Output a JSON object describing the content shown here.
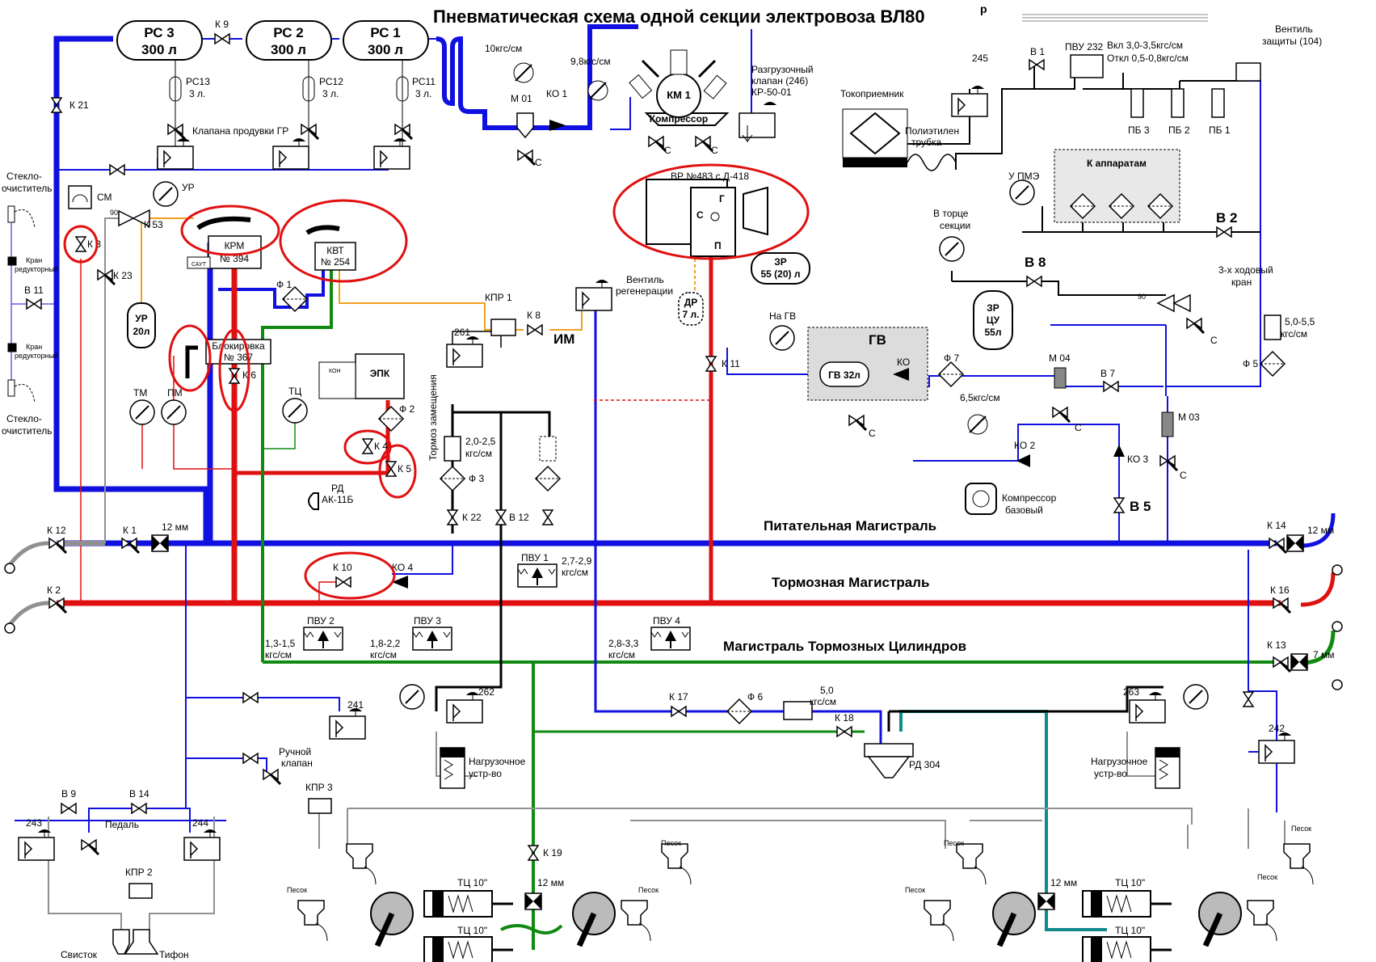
{
  "title": "Пневматическая схема одной секции электровоза ВЛ80",
  "title_sup": "р",
  "colors": {
    "feed": "#1010e0",
    "brake": "#e01010",
    "cylinders": "#108a10",
    "aux": "#909090",
    "orange": "#f0a020",
    "teal": "#108a8a",
    "highlight": "#e01010",
    "gv_box": "#dcdcdc"
  },
  "mains": {
    "feed": "Питательная Магистраль",
    "brake": "Тормозная Магистраль",
    "cylinders": "Магистраль Тормозных Цилиндров"
  },
  "reservoirs": {
    "rs3": {
      "name": "РС 3",
      "vol": "300 л"
    },
    "rs2": {
      "name": "РС 2",
      "vol": "300 л"
    },
    "rs1": {
      "name": "РС 1",
      "vol": "300 л"
    },
    "rs13": {
      "name": "РС13",
      "vol": "3 л."
    },
    "rs12": {
      "name": "РС12",
      "vol": "3 л."
    },
    "rs11": {
      "name": "РС11",
      "vol": "3 л."
    },
    "ur": {
      "name": "УР",
      "vol": "20л"
    },
    "zr": {
      "name": "ЗР",
      "vol": "55 (20) л"
    },
    "dr": {
      "name": "ДР",
      "vol": "7 л."
    },
    "zrcu": {
      "name": "ЗР",
      "name2": "ЦУ",
      "vol": "55л"
    }
  },
  "labels": {
    "k9": "К 9",
    "k21": "К 21",
    "k3": "К 3",
    "k53": "К 53",
    "k23": "К 23",
    "k6": "К 6",
    "k4": "К 4",
    "k5": "К 5",
    "k8": "К 8",
    "k11": "К 11",
    "k12": "К 12",
    "k1": "К 1",
    "k2": "К 2",
    "k10": "К 10",
    "k22": "К 22",
    "k14": "К 14",
    "k16": "К 16",
    "k13": "К 13",
    "k17": "К 17",
    "k18": "К 18",
    "k19": "К 19",
    "ko1": "КО 1",
    "ko2": "КО 2",
    "ko3": "КО 3",
    "ko4": "КО 4",
    "ko": "КО",
    "v1": "В 1",
    "v2": "В 2",
    "v5": "В 5",
    "v7": "В 7",
    "v8": "В 8",
    "v9": "В 9",
    "v11": "В 11",
    "v12": "В 12",
    "v14": "В 14",
    "m01": "М 01",
    "m03": "М 03",
    "m04": "М 04",
    "f1": "Ф 1",
    "f2": "Ф 2",
    "f3": "Ф 3",
    "f5": "Ф 5",
    "f6": "Ф 6",
    "f7": "Ф 7",
    "c": "С",
    "p10": "10кгс/см",
    "p98": "9,8кгс/см",
    "p65": "6,5кгс/см",
    "p55": "5,0-5,5",
    "p55b": "кгс/см",
    "p5": "5,0",
    "p5b": "кгс/см",
    "p20": "2,0-2,5",
    "p20b": "кгс/см",
    "p27": "2,7-2,9",
    "p27b": "кгс/см",
    "p13": "1,3-1,5",
    "p13b": "кгс/см",
    "p18": "1,8-2,2",
    "p18b": "кгс/см",
    "p28": "2,8-3,3",
    "p28b": "кгс/см",
    "d12": "12 мм",
    "d7": "7 мм",
    "km1": "КМ 1",
    "compressor": "Компрессор",
    "unload1": "Разгрузочный",
    "unload2": "клапан (246)",
    "unload3": "КР-50-01",
    "purge": "Клапана продувки ГР",
    "tokopr": "Токоприемник",
    "poly1": "Полиэтилен",
    "poly2": "трубка",
    "v245": "245",
    "pvu232": "ПВУ 232",
    "pvu232_on": "Вкл 3,0-3,5кгс/см",
    "pvu232_off": "Откл 0,5-0,8кгс/см",
    "vent1": "Вентиль",
    "vent2": "защиты (104)",
    "pb3": "ПБ 3",
    "pb2": "ПБ 2",
    "pb1": "ПБ 1",
    "to_app": "К аппаратам",
    "upme": "У ПМЭ",
    "vtorce1": "В торце",
    "vtorce2": "секции",
    "threeway1": "3-х ходовый",
    "threeway2": "кран",
    "na_gv": "На ГВ",
    "gv": "ГВ",
    "gv32": "ГВ 32л",
    "base_comp1": "Компрессор",
    "base_comp2": "базовый",
    "vr": "ВР №483 с Д-418",
    "vr_g": "Г",
    "vr_s": "С",
    "vr_p": "П",
    "regen1": "Вентиль",
    "regen2": "регенерации",
    "kpr1": "КПР 1",
    "im": "ИМ",
    "v261": "261",
    "tormoz_zam": "Тормоз замещения",
    "krm": "КРМ",
    "krm_n": "№ 394",
    "saut": "САУТ",
    "kvt": "КВТ",
    "kvt_n": "№ 254",
    "block": "Блокировка",
    "block_n": "№ 367",
    "epk": "ЭПК",
    "kon": "КОН",
    "rd": "РД",
    "rd_n": "АК-11Б",
    "cm": "СМ",
    "ur_g": "УР",
    "tm": "ТМ",
    "pm": "ПМ",
    "tc": "ТЦ",
    "deg90": "90",
    "glass": "Стекло-",
    "glass2": "очиститель",
    "kran": "Кран",
    "kran2": "редукторный",
    "pvu1": "ПВУ 1",
    "pvu2": "ПВУ 2",
    "pvu3": "ПВУ 3",
    "pvu4": "ПВУ 4",
    "v241": "241",
    "v242": "242",
    "v243": "243",
    "v244": "244",
    "v262": "262",
    "v263": "263",
    "manual1": "Ручной",
    "manual2": "клапан",
    "kpr3": "КПР 3",
    "kpr2": "КПР 2",
    "pedal": "Педаль",
    "whistle": "Свисток",
    "typhon": "Тифон",
    "load1": "Нагрузочное",
    "load2": "устр-во",
    "rd304": "РД 304",
    "tc10": "ТЦ 10\"",
    "sand": "Песок"
  }
}
